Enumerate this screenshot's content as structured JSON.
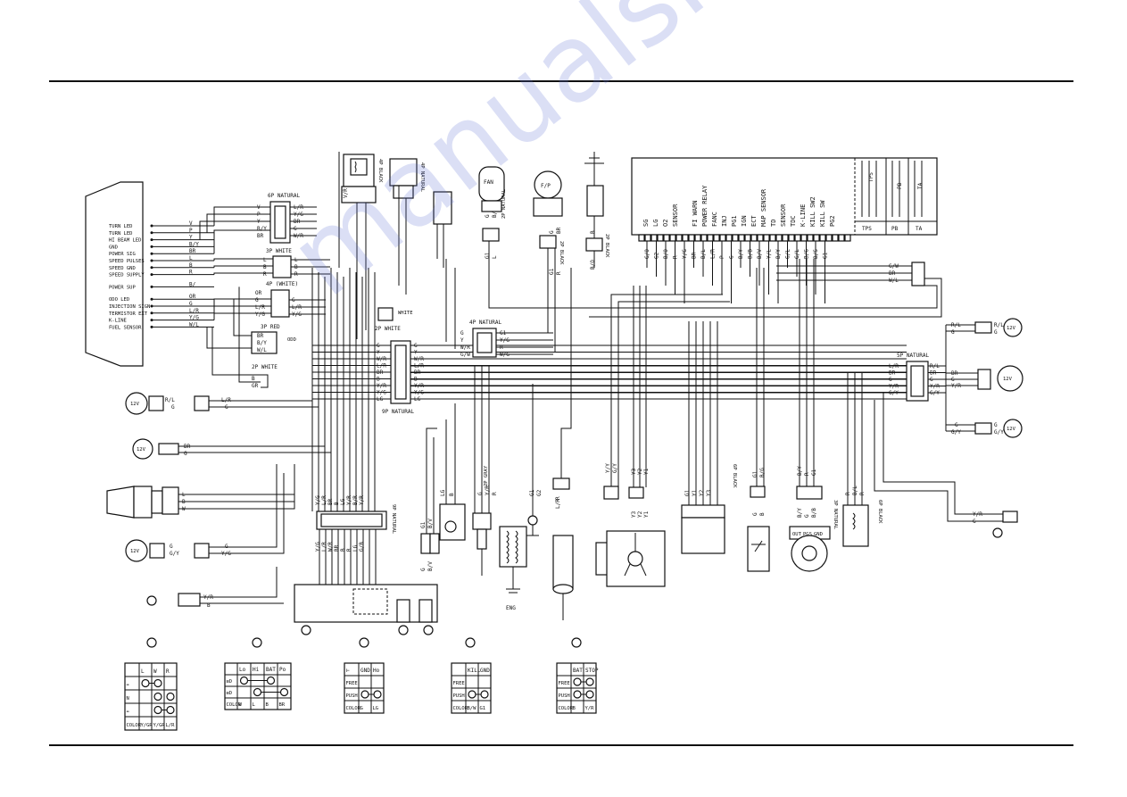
{
  "watermark": "manualshive.com",
  "cluster": {
    "pins": [
      "TURN LED",
      "TURN LED",
      "HI BEAM LED",
      "GND",
      "POWER SIG",
      "SPEED PULSES",
      "SPEED GND",
      "SPEED SUPPLY",
      "POWER SUP",
      "ODO LED",
      "INJECTION SIGN",
      "TERMISTOR EXT",
      "K-LINE",
      "FUEL SENSOR"
    ],
    "wires": [
      "V",
      "P",
      "Y",
      "B/Y",
      "BR",
      "L",
      "B",
      "R",
      "B/",
      "OR",
      "G",
      "L/R",
      "Y/G",
      "W/L",
      "GR"
    ]
  },
  "connectors": {
    "c6p_nat": "6P NATURAL",
    "c3p_white": "3P WHITE",
    "c4p_white": "4P (WHITE)",
    "c3p_red": "3P RED",
    "c2p_white_a": "2P WHITE",
    "c2p_white_b": "2P WHITE",
    "c9p_nat": "9P NATURAL",
    "c4p_nat": "4P NATURAL",
    "c5p_nat": "5P NATURAL",
    "c4p_black": "4P BLACK",
    "c4p_nat_b": "4P NATURAL",
    "c2p_nat": "2P NATURAL",
    "c2p_black": "2P BLACK",
    "c2p_gray": "2P GRAY",
    "c3p_nat": "3P NATURAL",
    "c6p_black": "6P BLACK",
    "c8p_nat": "8P NATURAL",
    "c9p_nat_b": "9P NATURAL",
    "odd": "ODD",
    "white_lbl": "WHITE",
    "gray_lbl": "GRAY"
  },
  "left_wires": {
    "c6_left": [
      "V",
      "P",
      "Y",
      "B/Y",
      "BR"
    ],
    "c6_right": [
      "L/R",
      "Y/G",
      "BR",
      "G",
      "W/R"
    ],
    "c3_left": [
      "L",
      "B",
      "R"
    ],
    "c3_right": [
      "L",
      "B",
      "R"
    ],
    "c4_left": [
      "OR",
      "G",
      "L/R",
      "Y/G"
    ],
    "c4_right": [
      "G",
      "L/R",
      "Y/G"
    ],
    "c3r_left": [
      "BR",
      "B/Y",
      "W/L"
    ],
    "c2w": [
      "B",
      "GR"
    ],
    "c9_left": [
      "G",
      "Y",
      "W/R",
      "L/R",
      "BR",
      "B",
      "Y/R",
      "Y/G",
      "LG"
    ],
    "c9_right": [
      "G",
      "Y",
      "W/R",
      "L/R",
      "BR",
      "B",
      "Y/R",
      "Y/G",
      "LG"
    ],
    "c4n_left": [
      "G",
      "Y",
      "W/R",
      "G/W"
    ],
    "c4n_right": [
      "G1",
      "Y/G",
      "R",
      "W/G"
    ],
    "c5n_left": [
      "L/R",
      "BR",
      "G",
      "Y/R",
      "G/Y"
    ],
    "c5n_right": [
      "R/L",
      "BR",
      "G",
      "Y/R",
      "G/Y"
    ]
  },
  "lamps": {
    "turn_front_right": [
      "R/L",
      "G",
      "L/R",
      "G"
    ],
    "position": [
      "BR",
      "G"
    ],
    "headlight": [
      "L",
      "B",
      "W"
    ],
    "turn_front_left": [
      "G",
      "G/Y",
      "G",
      "Y/G"
    ],
    "horn_wires": [
      "Y/R",
      "B"
    ]
  },
  "ecu": {
    "pins": [
      "SG",
      "LG",
      "O2",
      "SENSOR",
      "",
      "FI WARN",
      "POWER RELAY",
      "FANC",
      "INJ",
      "PG1",
      "IGN",
      "ECT",
      "MAP SENSOR",
      "TD",
      "SENSOR",
      "TDC",
      "K-LINE",
      "KILL SW2",
      "KILL SW",
      "PG2"
    ],
    "wires": [
      "G/O",
      "G2",
      "B/O",
      "R",
      "Y/G",
      "BR",
      "B/L",
      "L/R",
      "P",
      "G",
      "B/Y",
      "B/B",
      "B/V",
      "Y/L",
      "B/Y",
      "G/L",
      "G/L",
      "B/G",
      "B/S",
      "G1"
    ],
    "tps": "TPS",
    "pb": "PB",
    "ta": "TA"
  },
  "ecu_right_wires": [
    "G/W",
    "BR",
    "W/L"
  ],
  "components": {
    "fan": "FAN",
    "fp": "F/P",
    "fan_wires": [
      "G",
      "B/L"
    ],
    "fan_wires_b": [
      "G1",
      "L"
    ],
    "fp_wires": [
      "G",
      "BR"
    ],
    "fp_wires_b": [
      "G1",
      "R"
    ],
    "ecu_gnd_wires": [
      "B",
      "B/O"
    ],
    "eng": "ENG",
    "pb_wires": [
      "G",
      "Y/R",
      "R"
    ],
    "sw_wires": [
      "G1",
      "G2"
    ],
    "coil_wires": [
      "R",
      "L/R"
    ],
    "inj_wires": [
      "Y/Y",
      "G/Y"
    ],
    "stator_wires": [
      "Y3",
      "Y2",
      "Y1"
    ],
    "ign_wires": [
      "G1",
      "Y1",
      "Y2",
      "Y3"
    ],
    "relay_wires": [
      "G1",
      "B/G"
    ],
    "reg_wires": [
      "G",
      "B"
    ],
    "kill_wires": [
      "B/Y",
      "R",
      "G1"
    ],
    "kill_b": [
      "B/Y",
      "G",
      "B/B"
    ],
    "starter_wires": [
      "R",
      "B/L",
      "R"
    ],
    "ignsw_labels": [
      "OUT",
      "PGS",
      "GND"
    ],
    "rear_lamps": [
      "R/L",
      "G",
      "BR",
      "G",
      "Y/R",
      "G/Y",
      "G",
      "G/Y"
    ],
    "rear_horn": [
      "Y/R",
      "G"
    ],
    "bottom_conn_l": [
      "Y/G",
      "L/R",
      "BR",
      "B",
      "LG",
      "Y/R",
      "B/R",
      "Y/R"
    ],
    "bottom_conn_r": [
      "Y/G",
      "L/R",
      "W/R",
      "BR",
      "B",
      "R",
      "LG",
      "G/B"
    ],
    "small_wires_a": [
      "G1",
      "B/V"
    ],
    "small_wires_b": [
      "G",
      "B/V"
    ],
    "small_wires_c": [
      "LG",
      "B"
    ]
  },
  "tables": [
    {
      "headers": [
        "",
        "L",
        "W",
        "R"
      ],
      "rows": [
        [
          "➡",
          "",
          "",
          ""
        ],
        [
          "N",
          "",
          "",
          ""
        ],
        [
          "⬅",
          "",
          "",
          ""
        ],
        [
          "COLOR",
          "Y/GR",
          "Y/GR",
          "L/R"
        ]
      ]
    },
    {
      "headers": [
        "",
        "Lo",
        "Hi",
        "BAT",
        "Po"
      ],
      "rows": [
        [
          "≡D",
          "",
          "",
          "",
          ""
        ],
        [
          "≡D",
          "",
          "",
          "",
          ""
        ],
        [
          "COLOR",
          "W",
          "L",
          "B",
          "BR"
        ]
      ]
    },
    {
      "headers": [
        "⊢",
        "GND",
        "Ho"
      ],
      "rows": [
        [
          "FREE",
          "",
          ""
        ],
        [
          "PUSH",
          "",
          ""
        ],
        [
          "COLOR",
          "G",
          "LG"
        ]
      ]
    },
    {
      "headers": [
        "",
        "KILL",
        "GND"
      ],
      "rows": [
        [
          "FREE",
          "",
          ""
        ],
        [
          "PUSH",
          "",
          ""
        ],
        [
          "COLOR",
          "B/W",
          "G1"
        ]
      ]
    },
    {
      "headers": [
        "",
        "BAT",
        "STOP"
      ],
      "rows": [
        [
          "FREE",
          "",
          ""
        ],
        [
          "PUSH",
          "",
          ""
        ],
        [
          "COLOR",
          "B",
          "Y/R"
        ]
      ]
    }
  ]
}
